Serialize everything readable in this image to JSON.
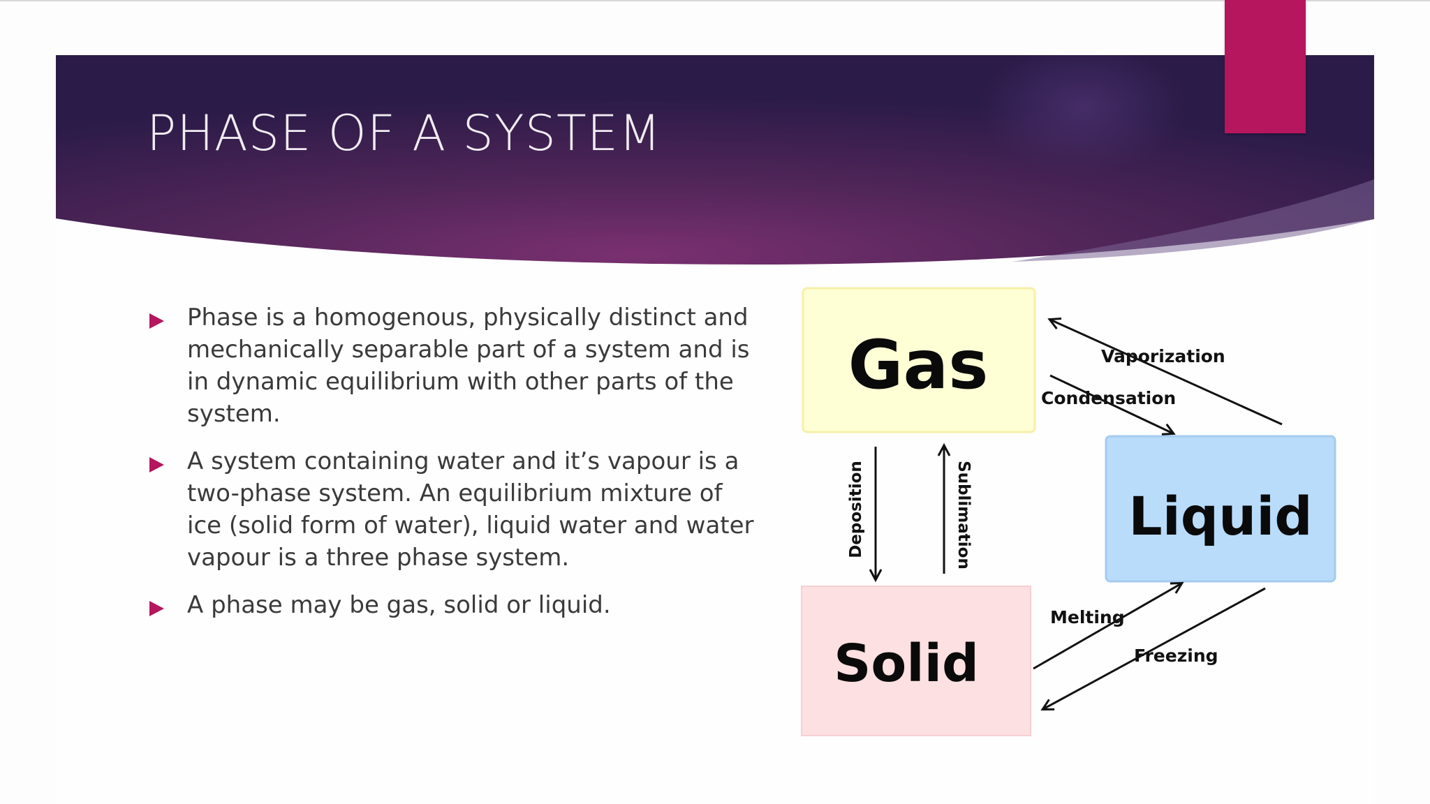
{
  "slide": {
    "title": "PHASE OF A SYSTEM",
    "bullets": [
      "Phase is a homogenous, physically distinct and mechanically separable part of a system and is in dynamic equilibrium with other parts of the system.",
      "A system containing water and it’s vapour is a two-phase system. An equilibrium mixture of ice (solid form of water), liquid water and water vapour is a three phase system.",
      "A phase may be gas, solid or liquid."
    ]
  },
  "diagram": {
    "states": {
      "gas": "Gas",
      "liquid": "Liquid",
      "solid": "Solid"
    },
    "transitions": {
      "vaporization": "Vaporization",
      "condensation": "Condensation",
      "deposition": "Deposition",
      "sublimation": "Sublimation",
      "melting": "Melting",
      "freezing": "Freezing"
    }
  },
  "colors": {
    "accent": "#b5165e",
    "banner_dark": "#2e1c4a",
    "banner_mid": "#6e2c66",
    "gas_box": "#ffffd6",
    "liquid_box": "#b9dcfb",
    "solid_box": "#fde0e2"
  },
  "icons": {
    "bullet": "triangle-right-icon"
  }
}
